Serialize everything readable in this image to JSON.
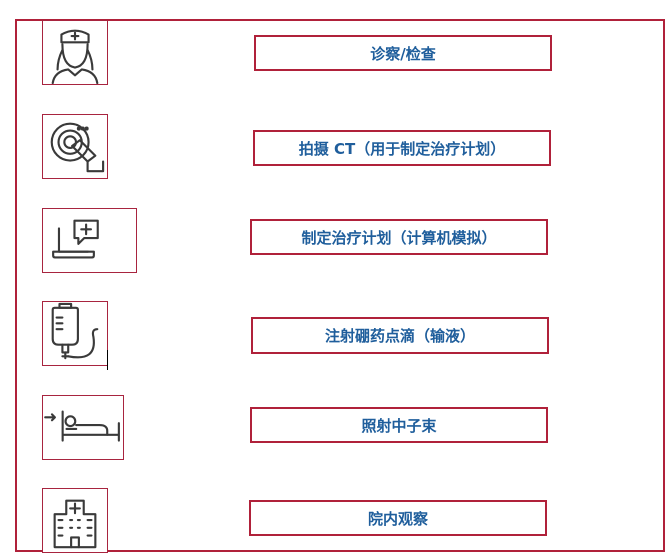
{
  "steps": [
    {
      "label": "诊察/检查",
      "icon": "nurse-icon"
    },
    {
      "label": "拍摄 CT（用于制定治疗计划）",
      "icon": "ct-scanner-icon"
    },
    {
      "label": "制定治疗计划（计算机模拟）",
      "icon": "computer-medical-icon"
    },
    {
      "label": "注射硼药点滴（输液）",
      "icon": "iv-drip-icon"
    },
    {
      "label": "照射中子束",
      "icon": "patient-bed-icon"
    },
    {
      "label": "院内观察",
      "icon": "hospital-icon"
    }
  ],
  "colors": {
    "border": "#b0213a",
    "text": "#1f5e9c",
    "icon": "#3a3a3a"
  }
}
